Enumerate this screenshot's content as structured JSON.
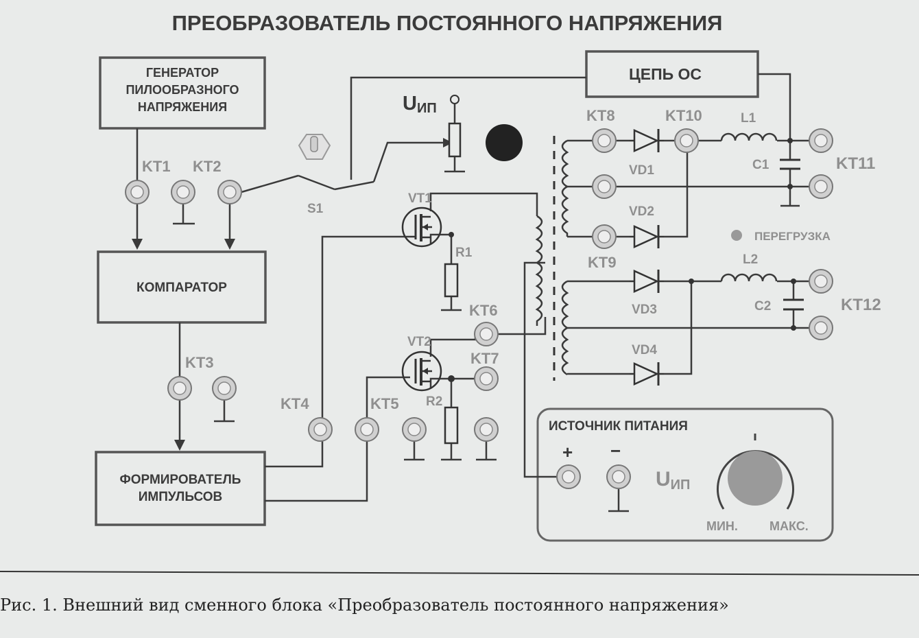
{
  "title": "ПРЕОБРАЗОВАТЕЛЬ ПОСТОЯННОГО НАПРЯЖЕНИЯ",
  "blocks": {
    "generator": [
      "ГЕНЕРАТОР",
      "ПИЛООБРАЗНОГО",
      "НАПРЯЖЕНИЯ"
    ],
    "comparator": "КОМПАРАТОР",
    "shaper": [
      "ФОРМИРОВАТЕЛЬ",
      "ИМПУЛЬСОВ"
    ],
    "feedback": "ЦЕПЬ ОС",
    "power_supply": "ИСТОЧНИК ПИТАНИЯ"
  },
  "test_points": {
    "kt1": "KT1",
    "kt2": "KT2",
    "kt3": "KT3",
    "kt4": "KT4",
    "kt5": "KT5",
    "kt6": "KT6",
    "kt7": "KT7",
    "kt8": "KT8",
    "kt9": "KT9",
    "kt10": "KT10",
    "kt11": "KT11",
    "kt12": "KT12"
  },
  "components": {
    "s1": "S1",
    "vt1": "VT1",
    "vt2": "VT2",
    "r1": "R1",
    "r2": "R2",
    "vd1": "VD1",
    "vd2": "VD2",
    "vd3": "VD3",
    "vd4": "VD4",
    "l1": "L1",
    "l2": "L2",
    "c1": "C1",
    "c2": "C2"
  },
  "uip": {
    "main": "U",
    "sub": "ИП"
  },
  "overload": "ПЕРЕГРУЗКА",
  "supply": {
    "plus": "+",
    "minus": "−",
    "min": "МИН.",
    "max": "МАКС."
  },
  "caption": "Рис. 1. Внешний вид сменного блока «Преобразователь постоянного напряжения»",
  "colors": {
    "paper": "#e9ebea",
    "ink": "#3a3a3a",
    "label_gray": "#8f8f8f",
    "indicator_dark": "#222222",
    "knob": "#9a9a9a"
  }
}
